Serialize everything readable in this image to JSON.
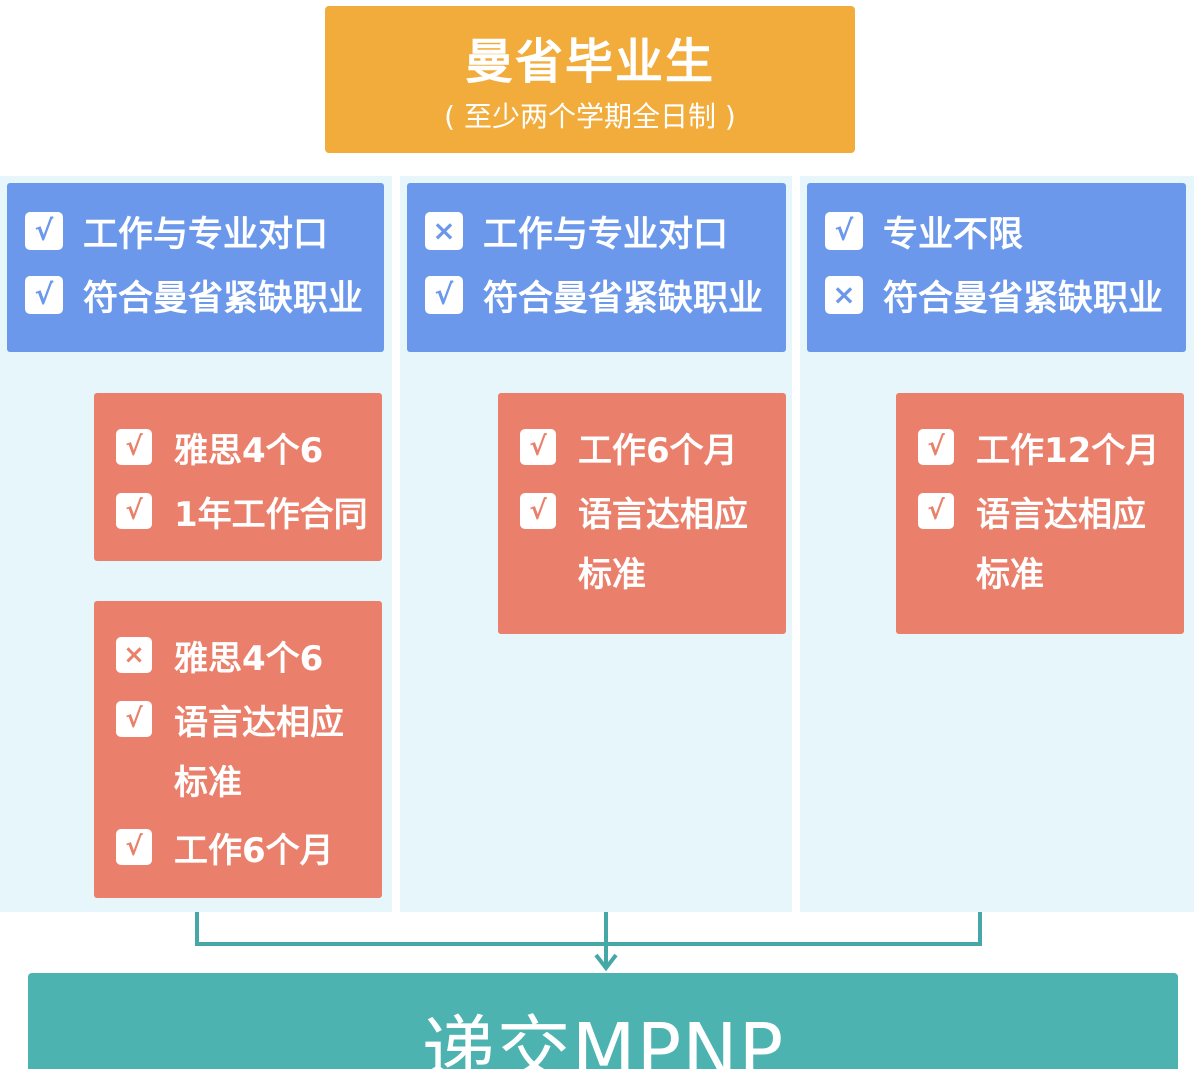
{
  "top": {
    "title": "曼省毕业生",
    "subtitle": "( 至少两个学期全日制 )"
  },
  "icons": {
    "check": "√",
    "cross": "×"
  },
  "columns": [
    {
      "header": [
        {
          "icon": "check",
          "text": "工作与专业对口"
        },
        {
          "icon": "check",
          "text": "符合曼省紧缺职业"
        }
      ],
      "boxes": [
        {
          "lines": [
            {
              "icon": "check",
              "text": "雅思4个6"
            },
            {
              "icon": "check",
              "text": "1年工作合同"
            }
          ]
        },
        {
          "lines": [
            {
              "icon": "cross",
              "text": "雅思4个6"
            },
            {
              "icon": "check",
              "text": "语言达相应"
            },
            {
              "icon": null,
              "text": "标准"
            },
            {
              "icon": "check",
              "text": "工作6个月"
            }
          ]
        }
      ]
    },
    {
      "header": [
        {
          "icon": "cross",
          "text": "工作与专业对口"
        },
        {
          "icon": "check",
          "text": "符合曼省紧缺职业"
        }
      ],
      "boxes": [
        {
          "lines": [
            {
              "icon": "check",
              "text": "工作6个月"
            },
            {
              "icon": "check",
              "text": "语言达相应"
            },
            {
              "icon": null,
              "text": "标准"
            }
          ]
        }
      ]
    },
    {
      "header": [
        {
          "icon": "check",
          "text": "专业不限"
        },
        {
          "icon": "cross",
          "text": "符合曼省紧缺职业"
        }
      ],
      "boxes": [
        {
          "lines": [
            {
              "icon": "check",
              "text": "工作12个月"
            },
            {
              "icon": "check",
              "text": "语言达相应"
            },
            {
              "icon": null,
              "text": "标准"
            }
          ]
        }
      ]
    }
  ],
  "bottom": {
    "label": "递交MPNP"
  },
  "colors": {
    "top_box": "#f2ac3b",
    "header": "#6b98ea",
    "condition_box": "#ea806b",
    "column_bg": "#e6f6fb",
    "connector": "#45a8a6",
    "bottom_bar": "#4db3b1"
  }
}
